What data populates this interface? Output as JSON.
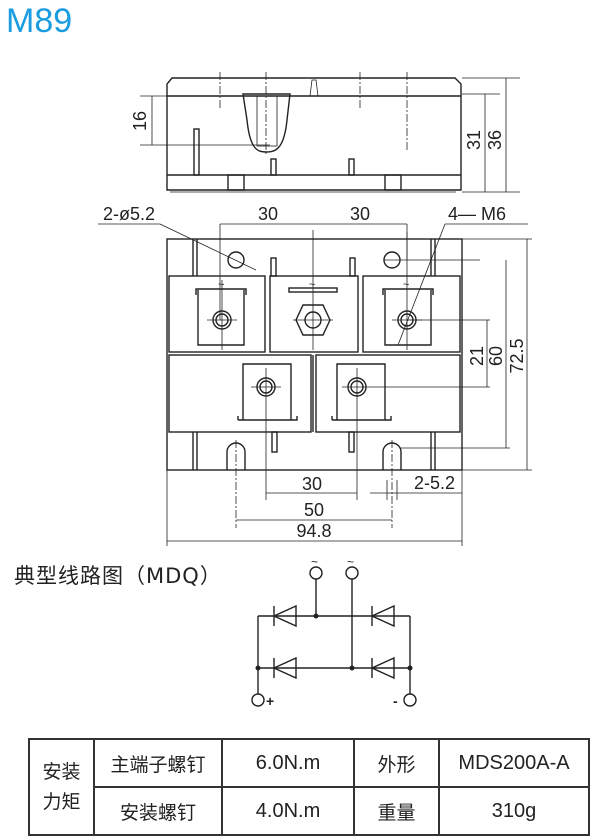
{
  "title": "M89",
  "side_view": {
    "dims": {
      "d16": "16",
      "d31": "31",
      "d36": "36"
    }
  },
  "top_view": {
    "dims": {
      "hole_label": "2-ø5.2",
      "screw_label": "4— M6",
      "top_left_30": "30",
      "top_right_30": "30",
      "d21": "21",
      "d60": "60",
      "d72_5": "72.5",
      "bottom_30": "30",
      "slot_label": "2-5.2",
      "d50": "50",
      "d94_8": "94.8"
    },
    "terminal_ac_mark": "~"
  },
  "circuit": {
    "title": "典型线路图（MDQ）",
    "ac1": "~",
    "ac2": "~",
    "plus": "+",
    "minus": "-"
  },
  "spec_table": {
    "torque_header": "安装\n力矩",
    "rows": [
      {
        "label": "主端子螺钉",
        "value": "6.0N.m",
        "prop": "外形",
        "prop_value": "MDS200A-A"
      },
      {
        "label": "安装螺钉",
        "value": "4.0N.m",
        "prop": "重量",
        "prop_value": "310g"
      }
    ]
  }
}
